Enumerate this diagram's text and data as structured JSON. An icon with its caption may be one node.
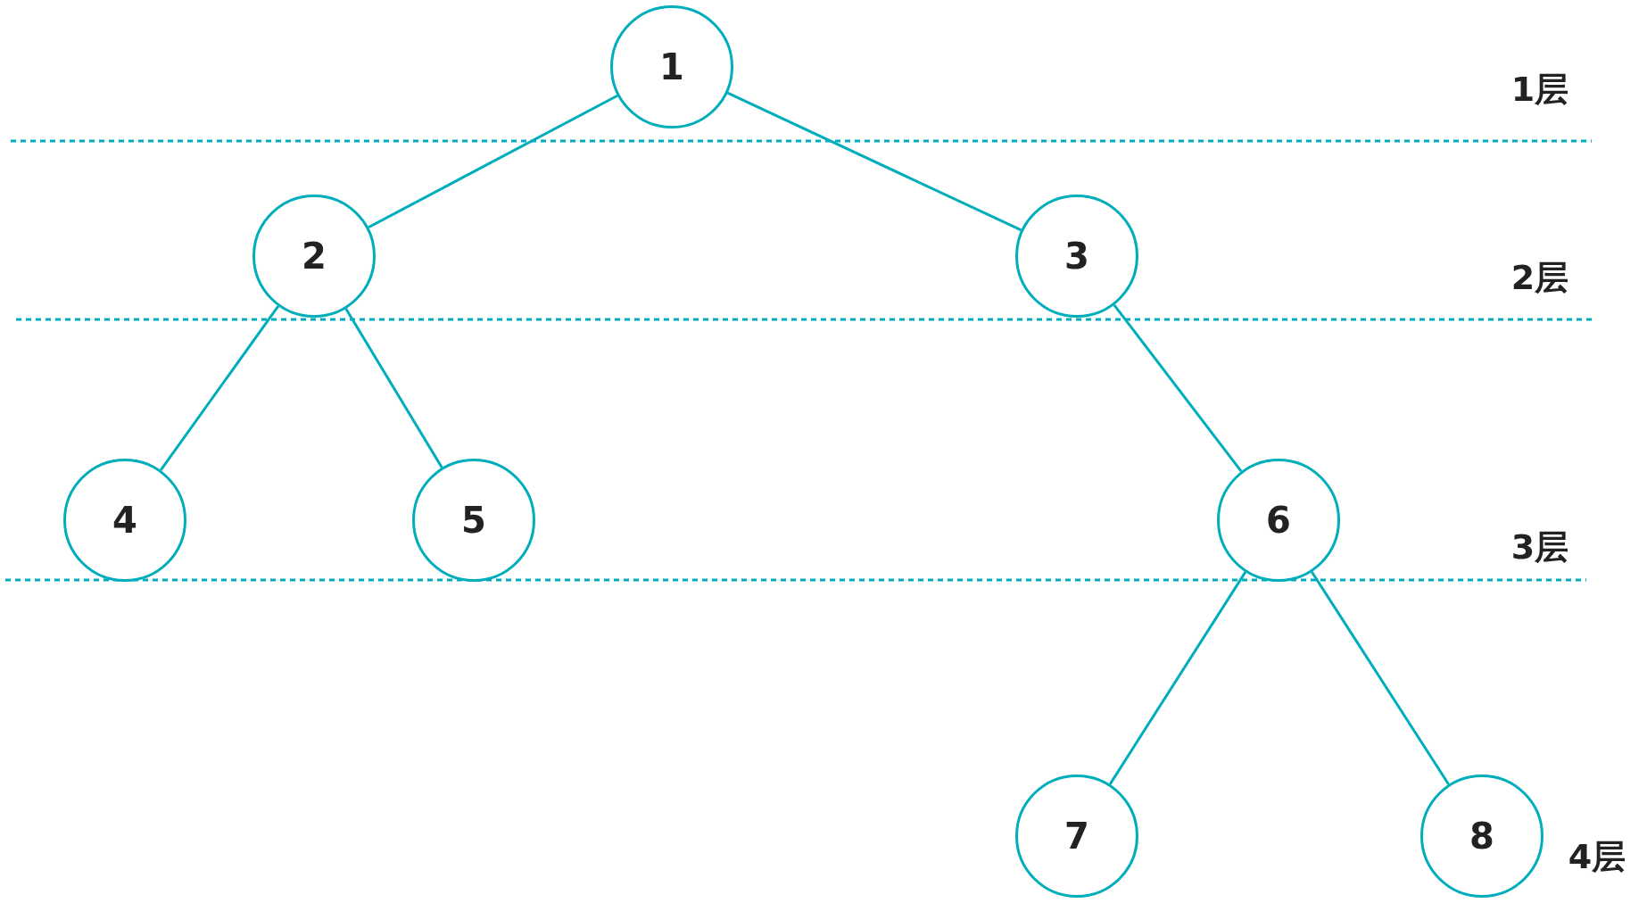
{
  "diagram": {
    "nodes": [
      {
        "text": [
          "1"
        ]
      },
      {
        "text": [
          "2"
        ]
      },
      {
        "text": [
          "3"
        ]
      },
      {
        "text": [
          "4"
        ]
      },
      {
        "text": [
          "5"
        ]
      },
      {
        "text": [
          "6"
        ]
      },
      {
        "text": [
          "7"
        ]
      },
      {
        "text": [
          "8"
        ]
      }
    ],
    "edges": [
      {
        "from": 0,
        "to": 1,
        "arrow": "none"
      },
      {
        "from": 0,
        "to": 2,
        "arrow": "none"
      },
      {
        "from": 1,
        "to": 3,
        "arrow": "none"
      },
      {
        "from": 1,
        "to": 4,
        "arrow": "none"
      },
      {
        "from": 2,
        "to": 5,
        "arrow": "none"
      },
      {
        "from": 5,
        "to": 6,
        "arrow": "none"
      },
      {
        "from": 5,
        "to": 7,
        "arrow": "none"
      }
    ],
    "labels": [
      "1层",
      "2层",
      "3层",
      "4层"
    ]
  }
}
